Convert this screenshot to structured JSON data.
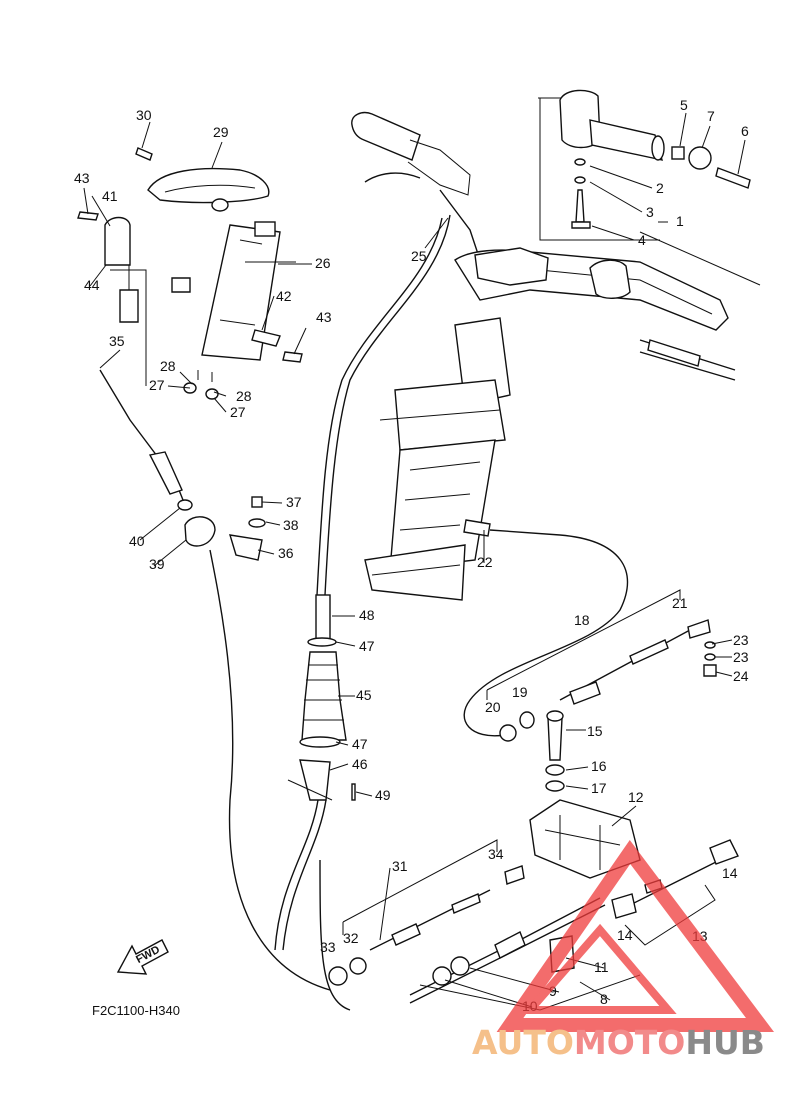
{
  "diagram": {
    "code": "F2C1100-H340",
    "direction_label": "FWD",
    "part_numbers": [
      "1",
      "2",
      "3",
      "4",
      "5",
      "6",
      "7",
      "8",
      "9",
      "10",
      "11",
      "12",
      "13",
      "14",
      "14",
      "15",
      "16",
      "17",
      "18",
      "19",
      "20",
      "21",
      "22",
      "23",
      "23",
      "24",
      "25",
      "26",
      "27",
      "27",
      "28",
      "28",
      "29",
      "30",
      "31",
      "32",
      "33",
      "34",
      "35",
      "36",
      "37",
      "38",
      "39",
      "40",
      "41",
      "42",
      "43",
      "43",
      "44",
      "45",
      "46",
      "47",
      "47",
      "48",
      "49"
    ]
  },
  "watermark": {
    "part1": "AUTO",
    "part2": "MOTO",
    "part3": "HUB",
    "colors": {
      "part1": "#f5c08a",
      "part2": "#f28a8a",
      "part3": "#8a8a8a",
      "logo": "#ef3b3b"
    }
  }
}
